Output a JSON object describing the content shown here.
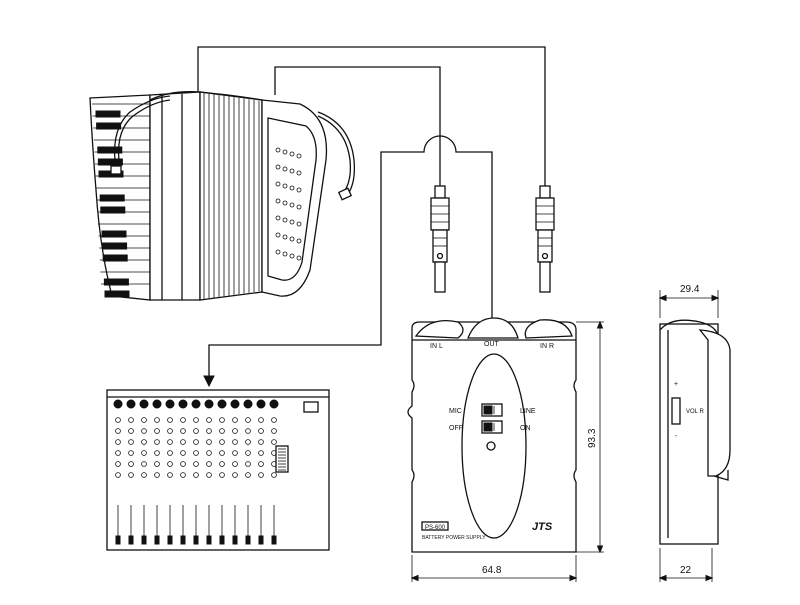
{
  "diagram": {
    "unit": {
      "ports": {
        "in_l": "IN L",
        "out": "OUT",
        "in_r": "IN R"
      },
      "switch_left": {
        "top": "MIC",
        "bottom": "OFF"
      },
      "switch_right": {
        "top": "LINE",
        "bottom": "ON"
      },
      "model": "PS-600",
      "subtitle": "BATTERY POWER SUPPLY",
      "brand": "JTS"
    },
    "side_view": {
      "vol_label": "VOL R",
      "plus": "+",
      "minus": "-"
    },
    "dimensions": {
      "width": "64.8",
      "height": "93.3",
      "side_top": "29.4",
      "side_bottom": "22"
    }
  }
}
